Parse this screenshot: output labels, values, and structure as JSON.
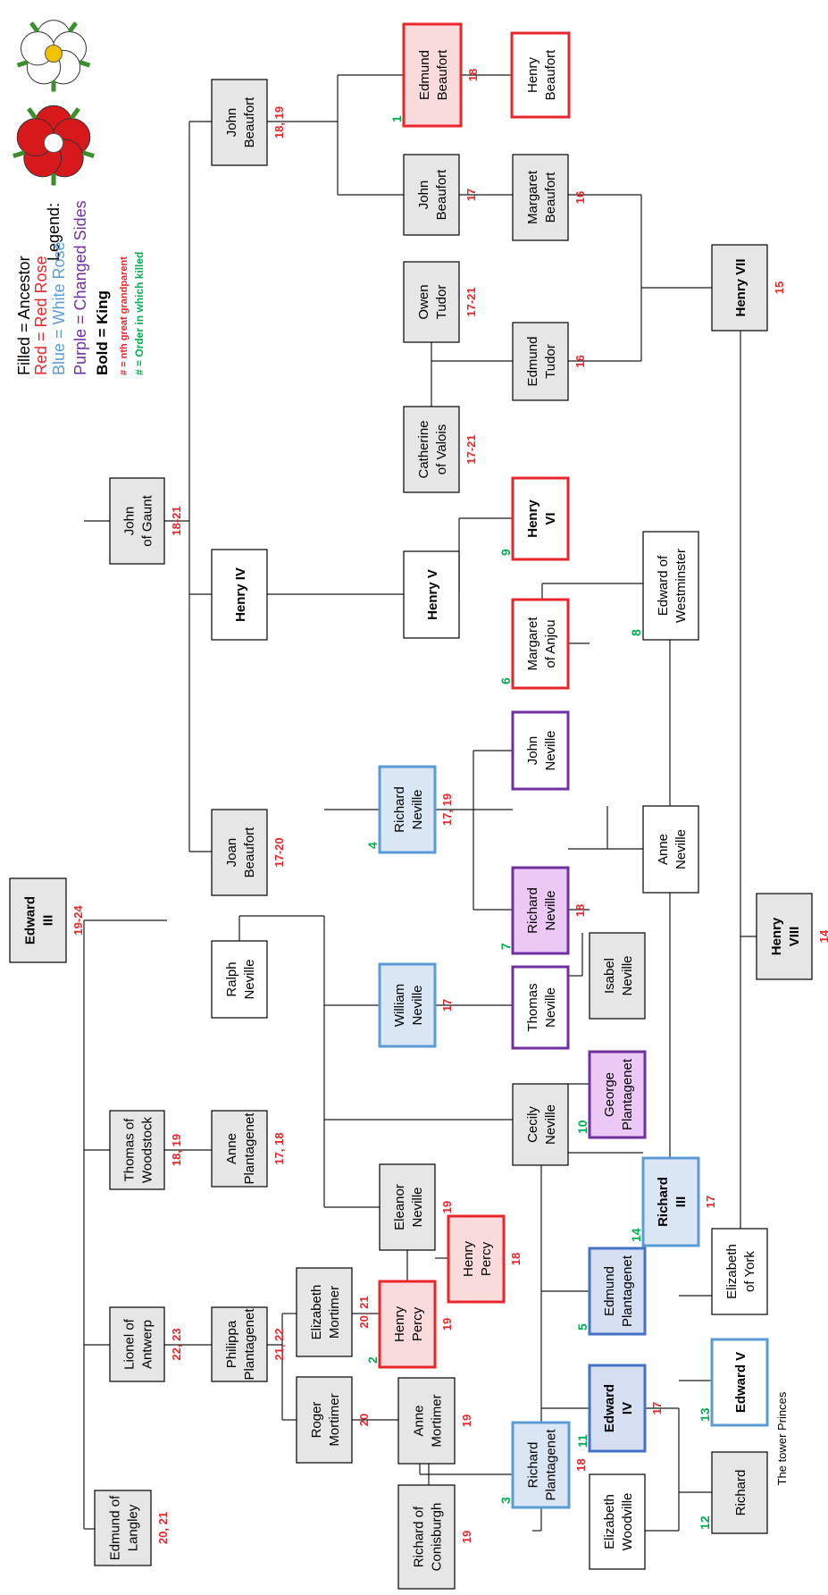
{
  "legend": {
    "title": "Legend:",
    "items": [
      {
        "text": "Filled = Ancestor",
        "color": "#000000",
        "bold": false,
        "size": 18
      },
      {
        "text": "Red = Red Rose",
        "color": "#e8262b",
        "bold": false,
        "size": 18
      },
      {
        "text": "Blue = White Rose",
        "color": "#5b9bd5",
        "bold": false,
        "size": 18
      },
      {
        "text": "Purple = Changed Sides",
        "color": "#7030a0",
        "bold": false,
        "size": 18
      },
      {
        "text": "Bold = King",
        "color": "#000000",
        "bold": true,
        "size": 17
      },
      {
        "text": "# = nth great grandparent",
        "color": "#e8262b",
        "bold": true,
        "size": 11
      },
      {
        "text": "# = Order in which killed",
        "color": "#00b050",
        "bold": true,
        "size": 12
      }
    ]
  },
  "emblems": [
    {
      "name": "red-rose-icon",
      "petal_color": "#d7191c",
      "center_color": "#ffffff"
    },
    {
      "name": "white-rose-icon",
      "petal_color": "#ffffff",
      "center_color": "#f2c200"
    }
  ],
  "colors": {
    "red_border": "#e8262b",
    "red_fill": "#fadbdc",
    "blue_border": "#5b9bd5",
    "blue_fill": "#dae6f3",
    "dkblue_border": "#4472c4",
    "dkblue_fill": "#d5dff1",
    "purple_border": "#7030a0",
    "purple_fill": "#ecc8f4",
    "ancestor_fill": "#e7e6e6",
    "plain_border": "#000000",
    "red_num": "#e8262b",
    "green_num": "#00b050"
  },
  "people": [
    {
      "id": "edward3",
      "lines": [
        "Edward",
        "III"
      ],
      "king": true,
      "ancestor": true,
      "gen": "19-24"
    },
    {
      "id": "edmund_langley",
      "lines": [
        "Edmund of",
        "Langley"
      ],
      "ancestor": true,
      "gen": "20, 21"
    },
    {
      "id": "lionel",
      "lines": [
        "Lionel of",
        "Antwerp"
      ],
      "ancestor": true,
      "gen": "22, 23"
    },
    {
      "id": "thomas_woodstock",
      "lines": [
        "Thomas of",
        "Woodstock"
      ],
      "ancestor": true,
      "gen": "18, 19"
    },
    {
      "id": "john_gaunt",
      "lines": [
        "John",
        "of Gaunt"
      ],
      "ancestor": true,
      "gen": "18-21"
    },
    {
      "id": "philippa",
      "lines": [
        "Philippa",
        "Plantagenet"
      ],
      "ancestor": true,
      "gen": "21, 22"
    },
    {
      "id": "anne_plant",
      "lines": [
        "Anne",
        "Plantagenet"
      ],
      "ancestor": true,
      "gen": "17, 18"
    },
    {
      "id": "ralph",
      "lines": [
        "Ralph",
        "Neville"
      ]
    },
    {
      "id": "joan",
      "lines": [
        "Joan",
        "Beaufort"
      ],
      "ancestor": true,
      "gen": "17-20"
    },
    {
      "id": "henry4",
      "lines": [
        "Henry IV"
      ],
      "king": true
    },
    {
      "id": "john_beaufort1",
      "lines": [
        "John",
        "Beaufort"
      ],
      "ancestor": true,
      "gen": "18, 19"
    },
    {
      "id": "roger",
      "lines": [
        "Roger",
        "Mortimer"
      ],
      "ancestor": true,
      "gen": "20"
    },
    {
      "id": "eliz_mortimer",
      "lines": [
        "Elizabeth",
        "Mortimer"
      ],
      "ancestor": true,
      "gen": "20, 21"
    },
    {
      "id": "eleanor",
      "lines": [
        "Eleanor",
        "Neville"
      ],
      "ancestor": true,
      "gen": "19"
    },
    {
      "id": "william_neville",
      "lines": [
        "William",
        "Neville"
      ],
      "side": "blue",
      "ancestor": true,
      "gen": "17"
    },
    {
      "id": "richard_neville1",
      "lines": [
        "Richard",
        "Neville"
      ],
      "side": "blue",
      "ancestor": true,
      "gen": "17, 19",
      "killed": "4"
    },
    {
      "id": "henry5",
      "lines": [
        "Henry V"
      ],
      "king": true
    },
    {
      "id": "catherine",
      "lines": [
        "Catherine",
        "of Valois"
      ],
      "ancestor": true,
      "gen": "17-21"
    },
    {
      "id": "owen",
      "lines": [
        "Owen",
        "Tudor"
      ],
      "ancestor": true,
      "gen": "17-21"
    },
    {
      "id": "john_beaufort2",
      "lines": [
        "John",
        "Beaufort"
      ],
      "ancestor": true,
      "gen": "17"
    },
    {
      "id": "edmund_beaufort",
      "lines": [
        "Edmund",
        "Beaufort"
      ],
      "side": "red",
      "ancestor": true,
      "gen": "18",
      "killed": "1"
    },
    {
      "id": "henry_beaufort",
      "lines": [
        "Henry",
        "Beaufort"
      ],
      "side": "red"
    },
    {
      "id": "anne_mortimer",
      "lines": [
        "Anne",
        "Mortimer"
      ],
      "ancestor": true,
      "gen": "19"
    },
    {
      "id": "henry_percy1",
      "lines": [
        "Henry",
        "Percy"
      ],
      "side": "red",
      "ancestor": true,
      "gen": "19",
      "killed": "2"
    },
    {
      "id": "henry_percy2",
      "lines": [
        "Henry",
        "Percy"
      ],
      "side": "red",
      "ancestor": true,
      "gen": "18"
    },
    {
      "id": "richard_conisburgh",
      "lines": [
        "Richard of",
        "Conisburgh"
      ],
      "ancestor": true,
      "gen": "19"
    },
    {
      "id": "richard_plant",
      "lines": [
        "Richard",
        "Plantagenet"
      ],
      "side": "blue",
      "ancestor": true,
      "gen": "18",
      "killed": "3"
    },
    {
      "id": "cecily",
      "lines": [
        "Cecily",
        "Neville"
      ],
      "ancestor": true
    },
    {
      "id": "thomas_neville",
      "lines": [
        "Thomas",
        "Neville"
      ],
      "side": "purple"
    },
    {
      "id": "richard_neville2",
      "lines": [
        "Richard",
        "Neville"
      ],
      "side": "purple",
      "ancestor": true,
      "gen": "18",
      "killed": "7"
    },
    {
      "id": "john_neville",
      "lines": [
        "John",
        "Neville"
      ],
      "side": "purple"
    },
    {
      "id": "margaret_anjou",
      "lines": [
        "Margaret",
        "of Anjou"
      ],
      "side": "red",
      "killed": "6"
    },
    {
      "id": "henry6",
      "lines": [
        "Henry",
        "VI"
      ],
      "side": "red",
      "king": true,
      "killed": "9"
    },
    {
      "id": "edmund_tudor",
      "lines": [
        "Edmund",
        "Tudor"
      ],
      "ancestor": true,
      "gen": "16"
    },
    {
      "id": "margaret_beaufort",
      "lines": [
        "Margaret",
        "Beaufort"
      ],
      "ancestor": true,
      "gen": "16"
    },
    {
      "id": "henry_beaufort_placeholder",
      "lines": []
    },
    {
      "id": "edmund_plant",
      "lines": [
        "Edmund",
        "Plantagenet"
      ],
      "side": "dkblue",
      "killed": "5"
    },
    {
      "id": "edward4",
      "lines": [
        "Edward",
        "IV"
      ],
      "side": "dkblue",
      "king": true,
      "ancestor": true,
      "gen": "17",
      "killed": "11"
    },
    {
      "id": "george",
      "lines": [
        "George",
        "Plantagenet"
      ],
      "side": "purple",
      "killed": "10"
    },
    {
      "id": "richard3",
      "lines": [
        "Richard",
        "III"
      ],
      "side": "blue",
      "king": true,
      "ancestor": true,
      "gen": "17",
      "killed": "14"
    },
    {
      "id": "isabel",
      "lines": [
        "Isabel",
        "Neville"
      ],
      "ancestor": true
    },
    {
      "id": "anne_neville",
      "lines": [
        "Anne",
        "Neville"
      ]
    },
    {
      "id": "edward_westminster",
      "lines": [
        "Edward of",
        "Westminster"
      ],
      "killed": "8"
    },
    {
      "id": "henry7",
      "lines": [
        "Henry VII"
      ],
      "king": true,
      "ancestor": true,
      "gen": "15"
    },
    {
      "id": "henry8",
      "lines": [
        "Henry",
        "VIII"
      ],
      "king": true,
      "ancestor": true,
      "gen": "14"
    },
    {
      "id": "elizabeth_woodville",
      "lines": [
        "Elizabeth",
        "Woodville"
      ]
    },
    {
      "id": "richard_prince",
      "lines": [
        "Richard"
      ],
      "ancestor": true,
      "killed": "12"
    },
    {
      "id": "edward5",
      "lines": [
        "Edward V"
      ],
      "side": "blue",
      "king": true,
      "killed": "13"
    },
    {
      "id": "elizabeth_york",
      "lines": [
        "Elizabeth",
        "of York"
      ]
    }
  ],
  "captions": [
    {
      "id": "tower",
      "text": "The tower Princes"
    }
  ]
}
